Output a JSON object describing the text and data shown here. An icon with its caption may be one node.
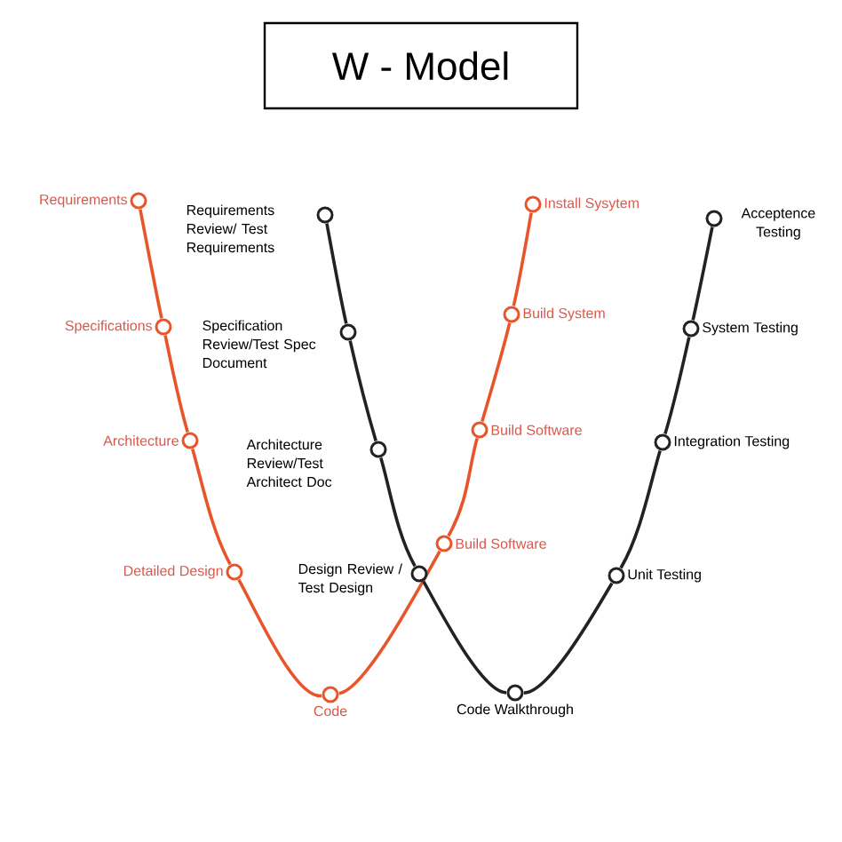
{
  "diagram": {
    "title": "W - Model",
    "nodes": [
      {
        "text": [],
        "shape": "circle",
        "beside": [
          "Requirements"
        ]
      },
      {
        "text": [],
        "shape": "circle",
        "beside": [
          "Specifications"
        ]
      },
      {
        "text": [],
        "shape": "circle",
        "beside": [
          "Architecture"
        ]
      },
      {
        "text": [],
        "shape": "circle",
        "beside": [
          "Detailed Design"
        ]
      },
      {
        "text": [],
        "shape": "circle",
        "beside": [
          "Code"
        ]
      },
      {
        "text": [],
        "shape": "circle",
        "beside": [
          "Build Software"
        ]
      },
      {
        "text": [],
        "shape": "circle",
        "beside": [
          "Build Software"
        ]
      },
      {
        "text": [],
        "shape": "circle",
        "beside": [
          "Build System"
        ]
      },
      {
        "text": [],
        "shape": "circle",
        "beside": [
          "Install Sysytem"
        ]
      },
      {
        "text": [],
        "shape": "circle",
        "beside": [
          "Requirements Review/ Test Requirements"
        ]
      },
      {
        "text": [],
        "shape": "circle",
        "beside": [
          "Specification Review/Test Spec Document"
        ]
      },
      {
        "text": [],
        "shape": "circle",
        "beside": [
          "Architecture Review/Test Architect Doc"
        ]
      },
      {
        "text": [],
        "shape": "circle",
        "beside": [
          "Design Review / Test Design"
        ]
      },
      {
        "text": [],
        "shape": "circle",
        "beside": [
          "Code Walkthrough"
        ]
      },
      {
        "text": [],
        "shape": "circle",
        "beside": [
          "Unit Testing"
        ]
      },
      {
        "text": [],
        "shape": "circle",
        "beside": [
          "Integration Testing"
        ]
      },
      {
        "text": [],
        "shape": "circle",
        "beside": [
          "System Testing"
        ]
      },
      {
        "text": [],
        "shape": "circle",
        "beside": [
          "Acceptence Testing"
        ]
      }
    ],
    "edges": [
      {
        "from": 0,
        "to": 1,
        "arrow": "none",
        "color": "#e8552b"
      },
      {
        "from": 1,
        "to": 2,
        "arrow": "none",
        "color": "#e8552b"
      },
      {
        "from": 2,
        "to": 3,
        "arrow": "none",
        "color": "#e8552b"
      },
      {
        "from": 3,
        "to": 4,
        "arrow": "none",
        "color": "#e8552b"
      },
      {
        "from": 4,
        "to": 5,
        "arrow": "none",
        "color": "#e8552b"
      },
      {
        "from": 5,
        "to": 6,
        "arrow": "none",
        "color": "#e8552b"
      },
      {
        "from": 6,
        "to": 7,
        "arrow": "none",
        "color": "#e8552b"
      },
      {
        "from": 7,
        "to": 8,
        "arrow": "none",
        "color": "#e8552b"
      },
      {
        "from": 9,
        "to": 10,
        "arrow": "none",
        "color": "#222222"
      },
      {
        "from": 10,
        "to": 11,
        "arrow": "none",
        "color": "#222222"
      },
      {
        "from": 11,
        "to": 12,
        "arrow": "none",
        "color": "#222222"
      },
      {
        "from": 12,
        "to": 13,
        "arrow": "none",
        "color": "#222222"
      },
      {
        "from": 13,
        "to": 14,
        "arrow": "none",
        "color": "#222222"
      },
      {
        "from": 14,
        "to": 15,
        "arrow": "none",
        "color": "#222222"
      },
      {
        "from": 15,
        "to": 16,
        "arrow": "none",
        "color": "#222222"
      },
      {
        "from": 16,
        "to": 17,
        "arrow": "none",
        "color": "#222222"
      }
    ]
  }
}
